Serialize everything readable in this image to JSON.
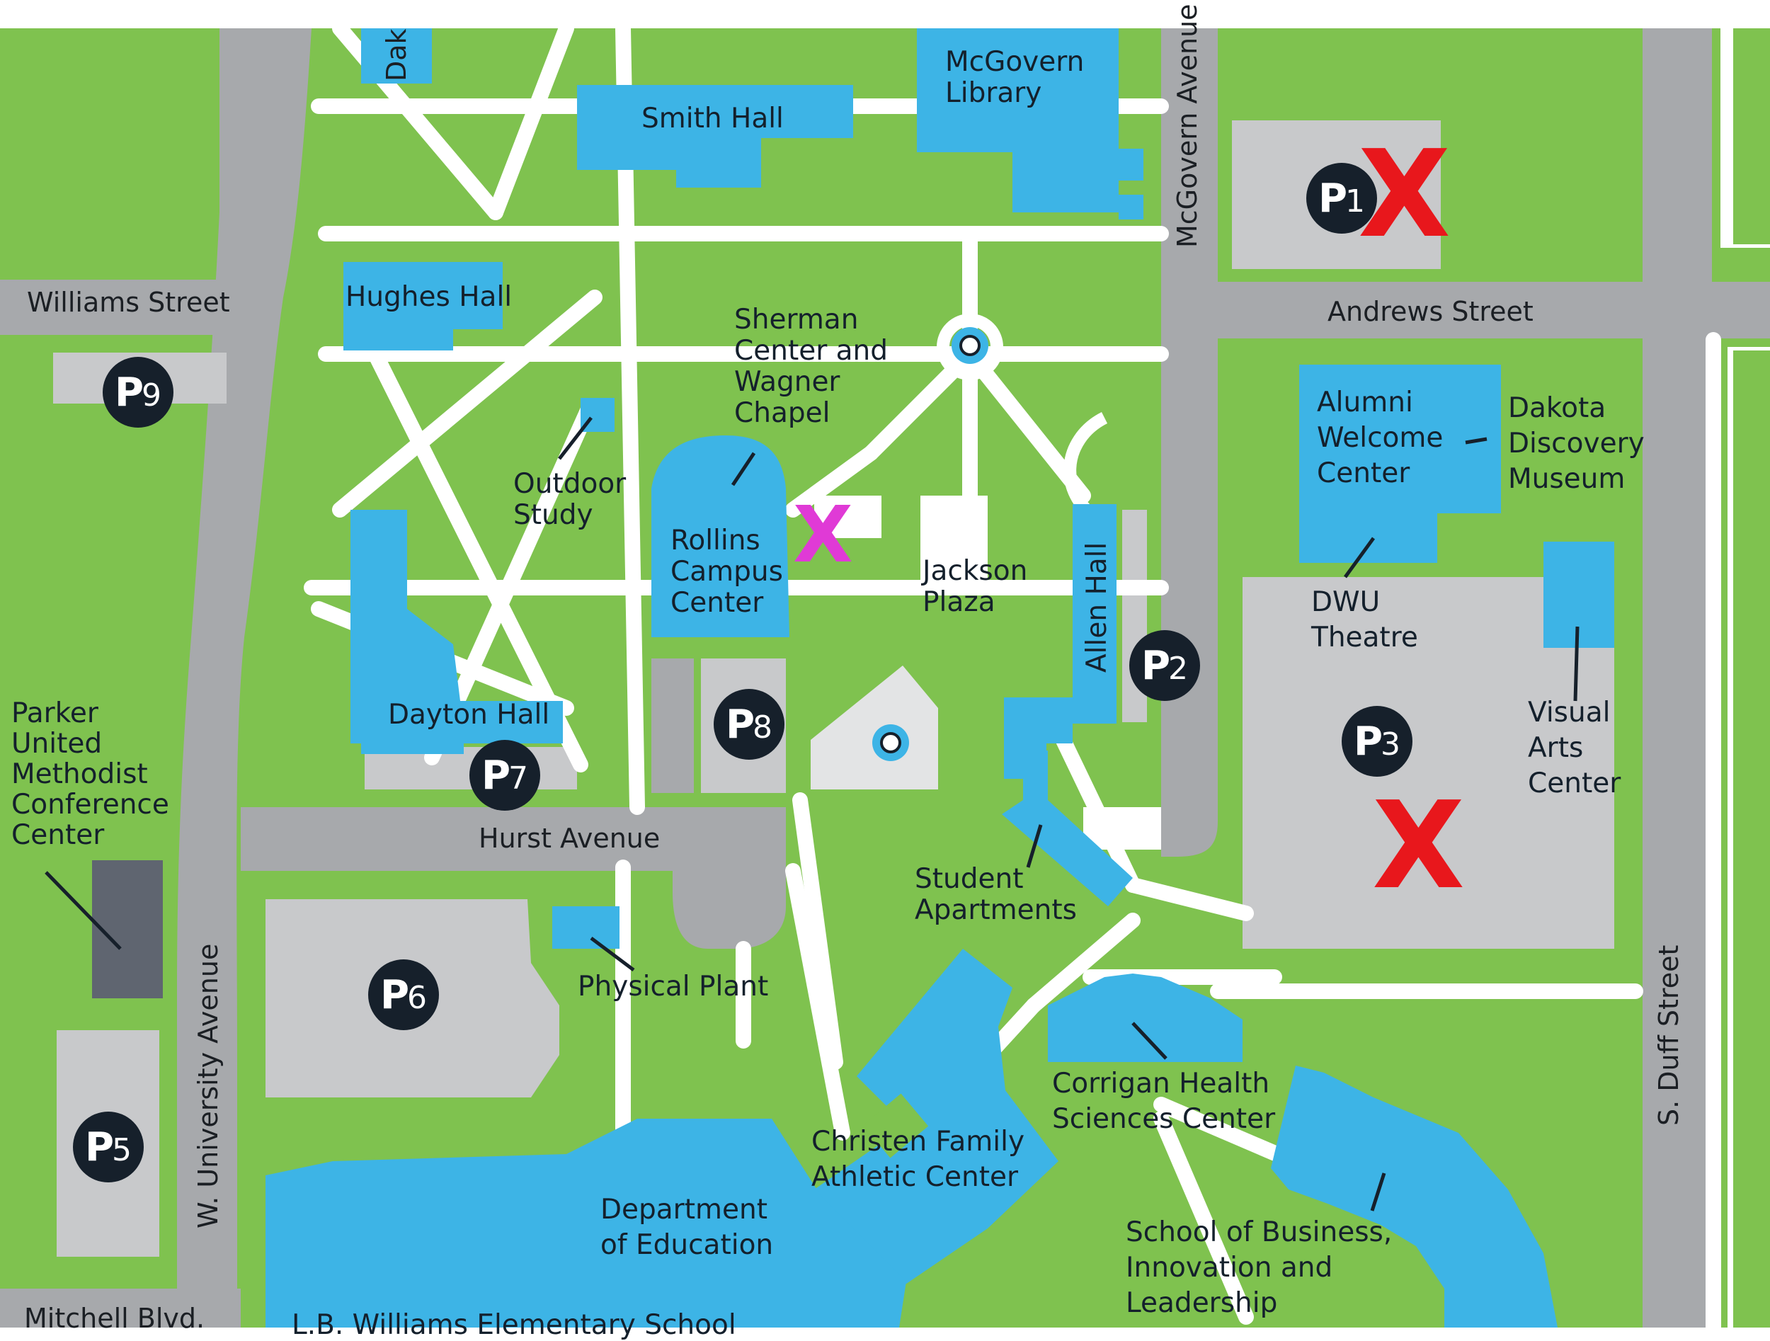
{
  "colors": {
    "grass": "#7fc24f",
    "building": "#3db4e6",
    "road": "#a7a9ac",
    "parking": "#c8c9cb",
    "path": "#ffffff",
    "parking_badge": "#16202b",
    "closed_mark": "#e8171c",
    "highlight_mark": "#e03ad6"
  },
  "streets": {
    "williams": "Williams Street",
    "andrews": "Andrews Street",
    "mcgovern_ave": "McGovern Avenue",
    "hurst": "Hurst Avenue",
    "w_university": "W. University Avenue",
    "s_duff": "S. Duff Street",
    "mitchell": "Mitchell Blvd.",
    "dakota_partial": "Dak"
  },
  "buildings": {
    "smith_hall": "Smith Hall",
    "mcgovern_library": "McGovern\nLibrary",
    "hughes_hall": "Hughes Hall",
    "sherman_center": "Sherman\nCenter and\nWagner\nChapel",
    "outdoor_study": "Outdoor\nStudy",
    "rollins": "Rollins\nCampus\nCenter",
    "jackson_plaza": "Jackson\nPlaza",
    "allen_hall": "Allen Hall",
    "alumni_welcome": "Alumni\nWelcome\nCenter",
    "dakota_discovery": "Dakota\nDiscovery\nMuseum",
    "dwu_theatre": "DWU\nTheatre",
    "visual_arts": "Visual\nArts\nCenter",
    "dayton_hall": "Dayton Hall",
    "parker_center": "Parker\nUnited\nMethodist\nConference\nCenter",
    "student_apartments": "Student\nApartments",
    "physical_plant": "Physical Plant",
    "corrigan": "Corrigan Health\nSciences Center",
    "christen": "Christen Family\nAthletic Center",
    "dept_education": "Department\nof Education",
    "school_business": "School of Business,\nInnovation and\nLeadership",
    "lb_williams": "L.B. Williams Elementary School"
  },
  "parking": [
    {
      "id": "p1",
      "letter": "P",
      "number": "1",
      "closed": true
    },
    {
      "id": "p2",
      "letter": "P",
      "number": "2",
      "closed": false
    },
    {
      "id": "p3",
      "letter": "P",
      "number": "3",
      "closed": true
    },
    {
      "id": "p5",
      "letter": "P",
      "number": "5",
      "closed": false
    },
    {
      "id": "p6",
      "letter": "P",
      "number": "6",
      "closed": false
    },
    {
      "id": "p7",
      "letter": "P",
      "number": "7",
      "closed": false
    },
    {
      "id": "p8",
      "letter": "P",
      "number": "8",
      "closed": false
    },
    {
      "id": "p9",
      "letter": "P",
      "number": "9",
      "closed": false
    }
  ],
  "marks": {
    "closed_glyph": "X",
    "highlight_glyph": "X"
  },
  "icons": {
    "parking": "parking-badge-icon",
    "transit_stop": "circle-stop-icon",
    "closed": "x-mark-icon"
  }
}
